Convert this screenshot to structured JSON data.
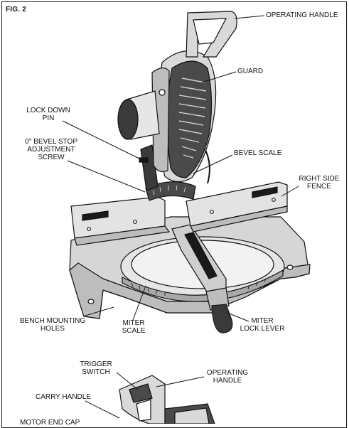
{
  "figure": {
    "label": "FIG. 2"
  },
  "callouts": {
    "operating_handle_top": "OPERATING HANDLE",
    "guard": "GUARD",
    "lock_down_pin": "LOCK DOWN\nPIN",
    "bevel_stop_screw": "0° BEVEL STOP\nADJUSTMENT\nSCREW",
    "bevel_scale": "BEVEL SCALE",
    "right_side_fence": "RIGHT SIDE\nFENCE",
    "bench_mounting_holes": "BENCH MOUNTING\nHOLES",
    "miter_scale": "MITER\nSCALE",
    "miter_lock_lever": "MITER\nLOCK LEVER",
    "trigger_switch": "TRIGGER\nSWITCH",
    "operating_handle_bottom": "OPERATING\nHANDLE",
    "carry_handle": "CARRY HANDLE",
    "motor_end_cap": "MOTOR END CAP"
  },
  "colors": {
    "ink": "#111111",
    "light_gray": "#d9d9d9",
    "mid_gray": "#a6a6a6",
    "dark_gray": "#4a4a4a",
    "black": "#1a1a1a"
  }
}
